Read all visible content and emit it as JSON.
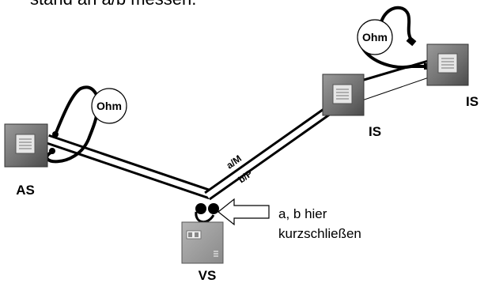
{
  "caption_top": "stand an a/b messen.",
  "nodes": {
    "as": "AS",
    "vs": "VS",
    "is_middle": "IS",
    "is_right": "IS"
  },
  "meters": {
    "left": "Ohm",
    "right": "Ohm"
  },
  "line_labels": {
    "a": "a/M",
    "b": "b/P"
  },
  "note": {
    "line1": "a, b hier",
    "line2": "kurzschließen"
  }
}
